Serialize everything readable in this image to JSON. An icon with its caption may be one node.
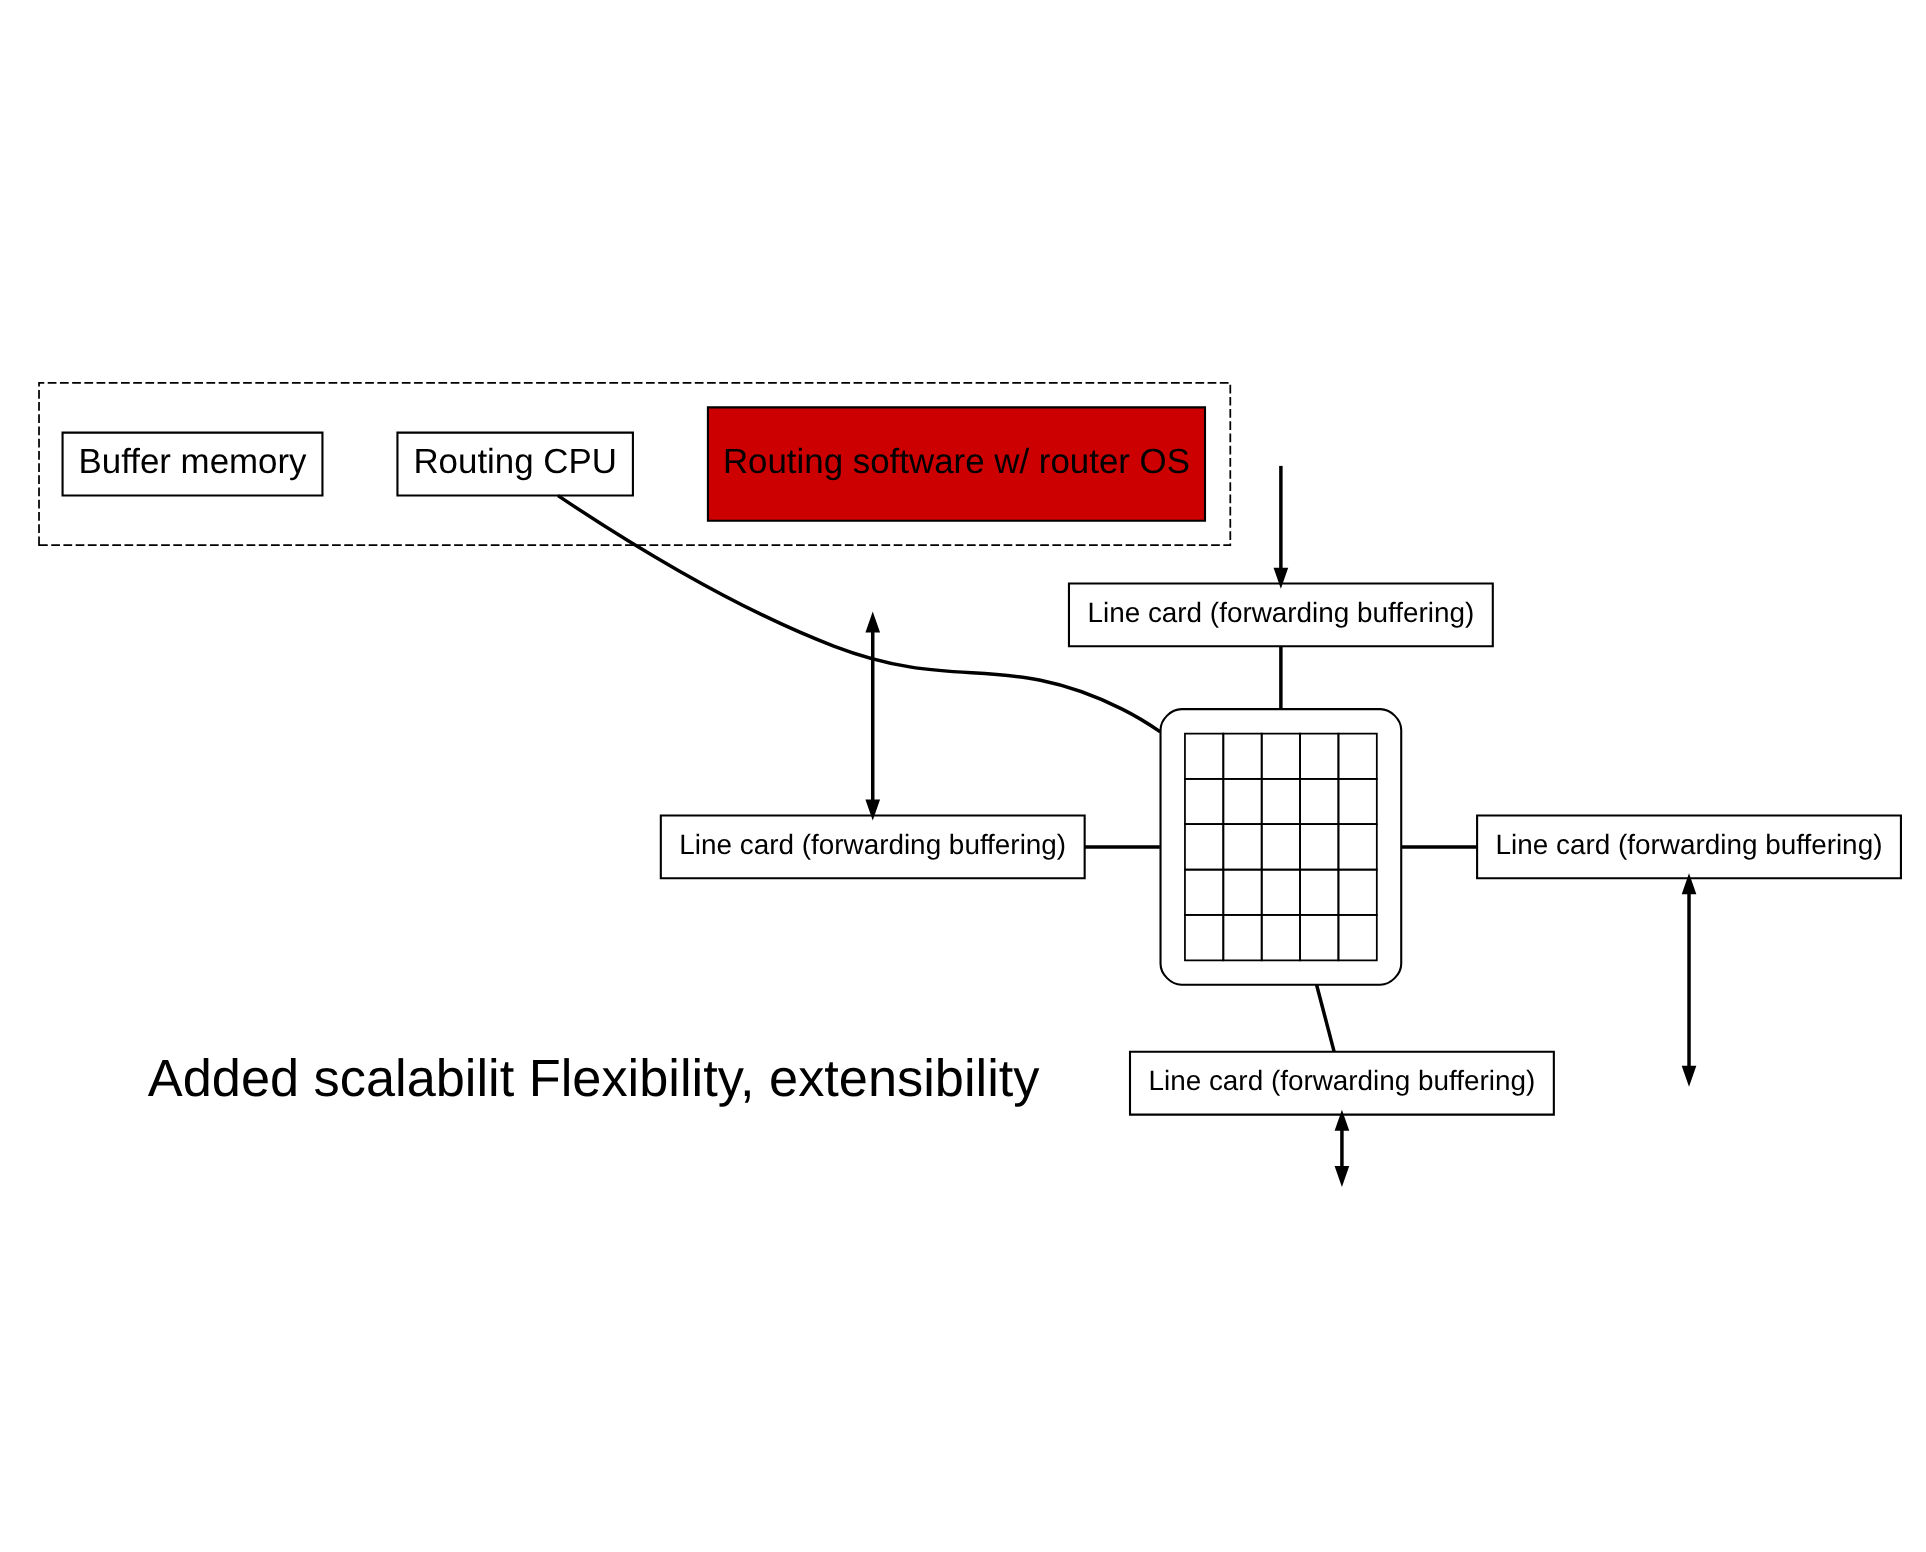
{
  "diagram": {
    "nodes": [
      {
        "text": [],
        "shape": "box"
      },
      {
        "text": [
          "Routing software w/ router OS"
        ],
        "in": 0
      },
      {
        "text": [
          "Routing CPU"
        ],
        "in": 0
      },
      {
        "text": [
          "Buffer memory"
        ],
        "in": 0
      },
      {
        "text": [
          "Line card (forwarding buffering)"
        ]
      },
      {
        "text": [
          "Line card (forwarding buffering)"
        ]
      },
      {
        "text": [],
        "shape": "box"
      },
      {
        "text": [
          "Line card (forwarding buffering)"
        ]
      },
      {
        "text": [
          "Line card (forwarding buffering)"
        ]
      }
    ],
    "edges": [
      {
        "from": null,
        "to": 4,
        "arrow": "to"
      },
      {
        "from": 4,
        "to": 6,
        "arrow": "none"
      },
      {
        "from": 5,
        "to": 6,
        "arrow": "none"
      },
      {
        "from": 6,
        "to": 7,
        "arrow": "none"
      },
      {
        "from": 6,
        "to": 8,
        "arrow": "none"
      },
      {
        "from": 6,
        "to": 2,
        "arrow": "none"
      },
      {
        "from": null,
        "to": 5,
        "arrow": "both"
      },
      {
        "from": 7,
        "to": null,
        "arrow": "both"
      },
      {
        "from": 8,
        "to": null,
        "arrow": "both"
      }
    ],
    "labels": [
      "Added scalabilit Flexibility, extensibility"
    ]
  }
}
